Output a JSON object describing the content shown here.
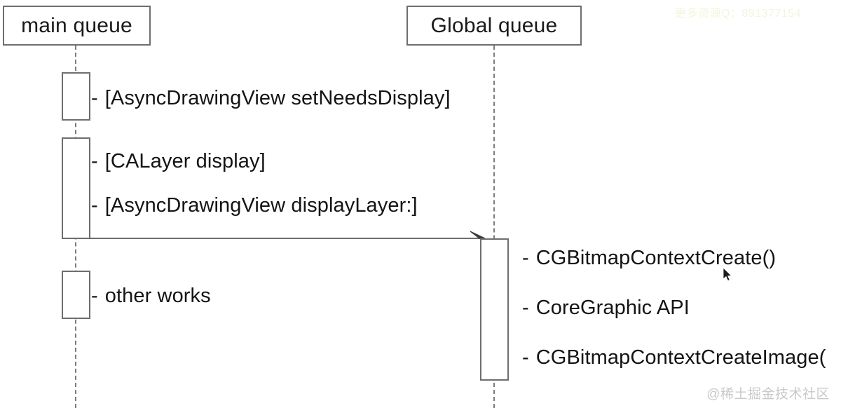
{
  "diagram": {
    "type": "sequence-diagram",
    "title": "",
    "participants": [
      {
        "id": "main-queue",
        "label": "main queue"
      },
      {
        "id": "global-queue",
        "label": "Global queue"
      }
    ],
    "activations": [
      {
        "id": "setneedsdisplay",
        "participant": "main-queue"
      },
      {
        "id": "display",
        "participant": "main-queue"
      },
      {
        "id": "otherworks",
        "participant": "main-queue"
      },
      {
        "id": "global-work",
        "participant": "global-queue"
      }
    ],
    "notes": {
      "dash": "-",
      "main_queue": [
        {
          "id": "setneedsdisplay",
          "text": "[AsyncDrawingView setNeedsDisplay]"
        },
        {
          "id": "calayer-display",
          "text": "[CALayer display]"
        },
        {
          "id": "displaylayer",
          "text": "[AsyncDrawingView displayLayer:]"
        },
        {
          "id": "other-works",
          "text": "other works"
        }
      ],
      "global_queue": [
        {
          "id": "cgbitmapcreate",
          "text": "CGBitmapContextCreate()"
        },
        {
          "id": "coregraphic-api",
          "text": "CoreGraphic API"
        },
        {
          "id": "cgbitmapimage",
          "text": "CGBitmapContextCreateImage("
        }
      ]
    },
    "message": {
      "id": "dispatch-async",
      "label": "",
      "from": "main-queue",
      "to": "global-queue",
      "style": "asynchronous"
    }
  },
  "watermarks": {
    "top_right": "更多资源Q：891377154",
    "bottom_right": "@稀土掘金技术社区"
  },
  "colors": {
    "background": "#ffffff",
    "stroke": "#6e6e6e",
    "lifeline": "#7d7d7d",
    "text": "#141414",
    "watermark_top": "#f2f6dc",
    "watermark_bottom": "#c9c9c9"
  }
}
